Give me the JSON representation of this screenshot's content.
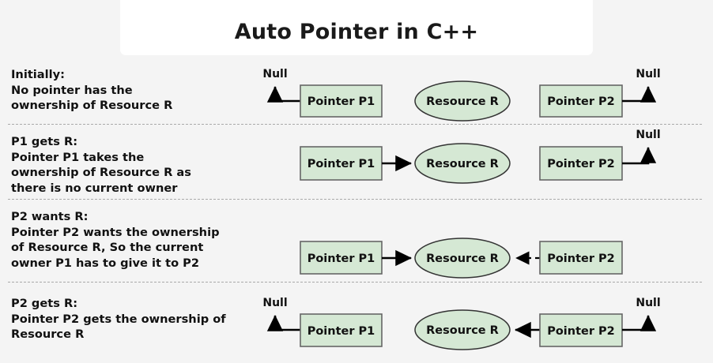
{
  "title": {
    "text": "Auto Pointer in C++"
  },
  "colors": {
    "background": "#f4f4f4",
    "card": "#ffffff",
    "node_fill": "#d5e8d4",
    "node_stroke": "#666666",
    "arrow": "#000000",
    "separator": "#a9a9a9",
    "text": "#111111"
  },
  "labels": {
    "pointer_p1": "Pointer P1",
    "pointer_p2": "Pointer P2",
    "resource_r": "Resource R",
    "null": "Null"
  },
  "rows": [
    {
      "id": "initially",
      "caption": "Initially:\nNo pointer has the\nownership of Resource R",
      "nodes": {
        "p1": "Pointer P1",
        "resource": "Resource R",
        "p2": "Pointer P2"
      },
      "p1_null_label": "Null",
      "p2_null_label": "Null",
      "p1_owns": false,
      "p2_owns": false,
      "p2_dashed_request": false
    },
    {
      "id": "p1-gets-r",
      "caption": "P1 gets R:\nPointer P1 takes the\nownership of Resource R as\nthere is no current owner",
      "nodes": {
        "p1": "Pointer P1",
        "resource": "Resource R",
        "p2": "Pointer P2"
      },
      "p1_null_label": "",
      "p2_null_label": "Null",
      "p1_owns": true,
      "p2_owns": false,
      "p2_dashed_request": false
    },
    {
      "id": "p2-wants-r",
      "caption": "P2 wants R:\nPointer P2 wants the ownership\nof Resource R, So the current\nowner P1 has to give it to P2",
      "nodes": {
        "p1": "Pointer P1",
        "resource": "Resource R",
        "p2": "Pointer P2"
      },
      "p1_null_label": "",
      "p2_null_label": "",
      "p1_owns": true,
      "p2_owns": false,
      "p2_dashed_request": true
    },
    {
      "id": "p2-gets-r",
      "caption": "P2 gets R:\nPointer P2 gets the ownership of\nResource R",
      "nodes": {
        "p1": "Pointer P1",
        "resource": "Resource R",
        "p2": "Pointer P2"
      },
      "p1_null_label": "Null",
      "p2_null_label": "Null",
      "p1_owns": false,
      "p2_owns": true,
      "p2_dashed_request": false
    }
  ]
}
